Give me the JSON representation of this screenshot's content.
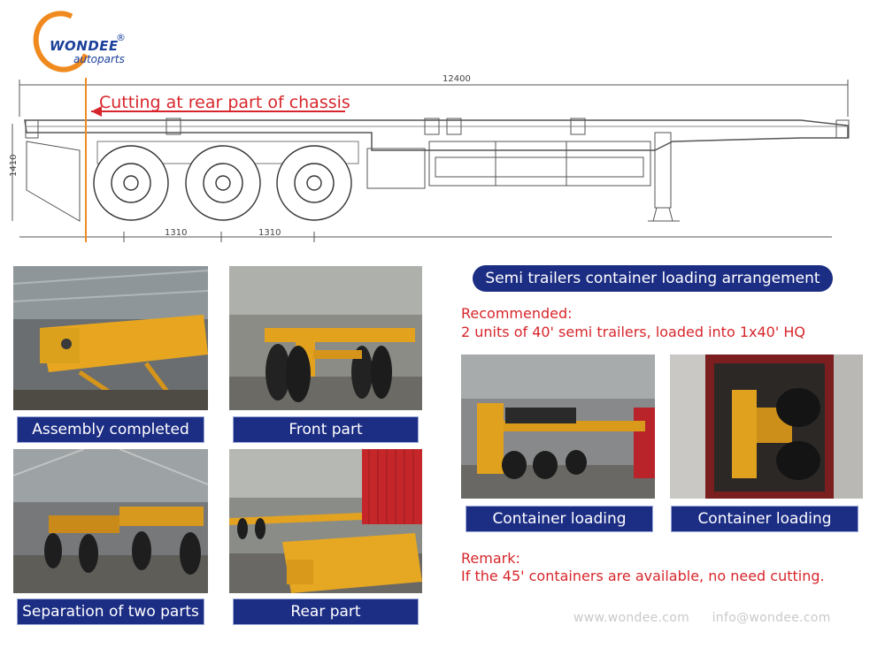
{
  "logo": {
    "main": "WONDEE",
    "sub": "autoparts",
    "reg": "®"
  },
  "drawing": {
    "overall_length": "12400",
    "height": "1410",
    "axle_spacing_1": "1310",
    "axle_spacing_2": "1310",
    "cut_label": "Cutting at rear part of chassis"
  },
  "photos": [
    {
      "caption": "Assembly completed"
    },
    {
      "caption": "Front part"
    },
    {
      "caption": "Separation of two parts"
    },
    {
      "caption": "Rear part"
    }
  ],
  "arrangement": {
    "title": "Semi trailers container loading arrangement",
    "recommended_label": "Recommended:",
    "recommended_text": "2 units of 40' semi trailers, loaded into 1x40' HQ",
    "photo_captions": [
      "Container loading",
      "Container loading"
    ],
    "remark_label": "Remark:",
    "remark_text": "If the 45' containers are available, no need cutting."
  },
  "footer": {
    "website": "www.wondee.com",
    "email": "info@wondee.com"
  },
  "colors": {
    "accent_orange": "#f08a1e",
    "brand_blue": "#1c2d84",
    "text_red": "#d7262b"
  }
}
